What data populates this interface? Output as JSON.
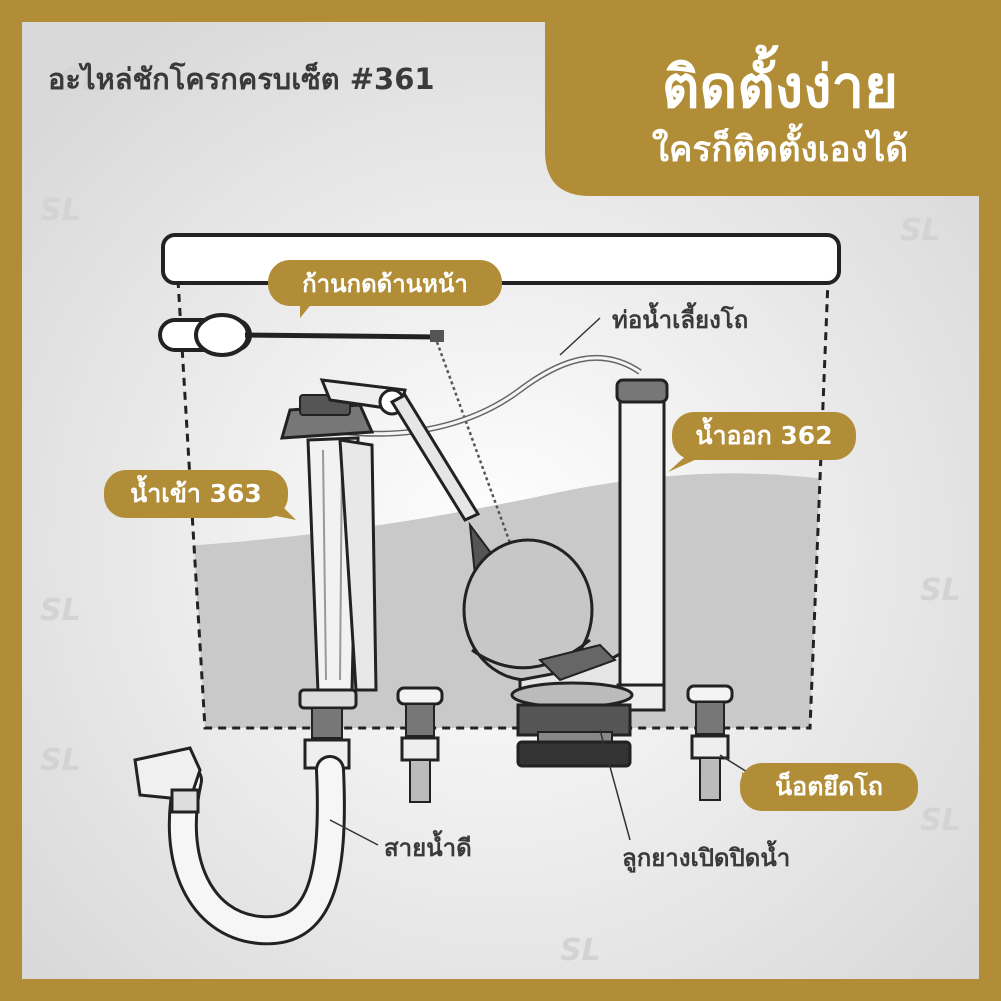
{
  "title": "อะไหล่ชักโครกครบเซ็ต #361",
  "badge": {
    "headline": "ติดตั้งง่าย",
    "subline": "ใครก็ติดตั้งเองได้"
  },
  "watermark": "SL",
  "labels": {
    "front_lever": "ก้านกดด้านหน้า",
    "overflow_tube": "ท่อน้ำเลี้ยงโถ",
    "outlet_valve": "น้ำออก 362",
    "inlet_valve": "น้ำเข้า 363",
    "bolts": "น็อตยึดโถ",
    "supply_hose": "สายน้ำดี",
    "flapper": "ลูกยางเปิดปิดน้ำ"
  },
  "colors": {
    "gold": "#b08d36",
    "dark_text": "#3a3a3a",
    "water": "#c9c9c9",
    "background": "#e9e9e9"
  }
}
